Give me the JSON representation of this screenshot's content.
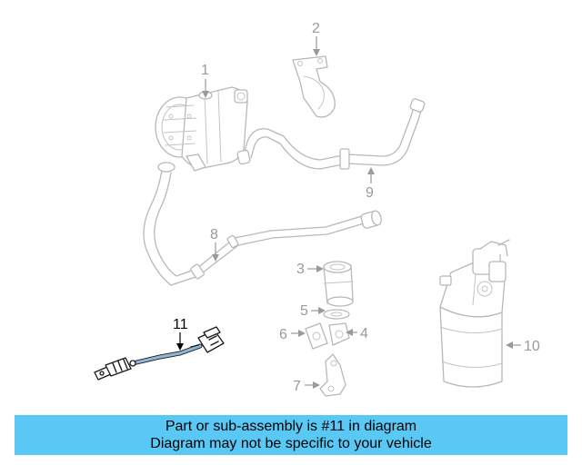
{
  "callouts": {
    "c1": "1",
    "c2": "2",
    "c3": "3",
    "c4": "4",
    "c5": "5",
    "c6": "6",
    "c7": "7",
    "c8": "8",
    "c9": "9",
    "c10": "10",
    "c11": "11"
  },
  "highlighted_part": "11",
  "banner": {
    "line1": "Part or sub-assembly is #11 in diagram",
    "line2": "Diagram may not be specific to your vehicle",
    "background": "#5ac8f5"
  }
}
